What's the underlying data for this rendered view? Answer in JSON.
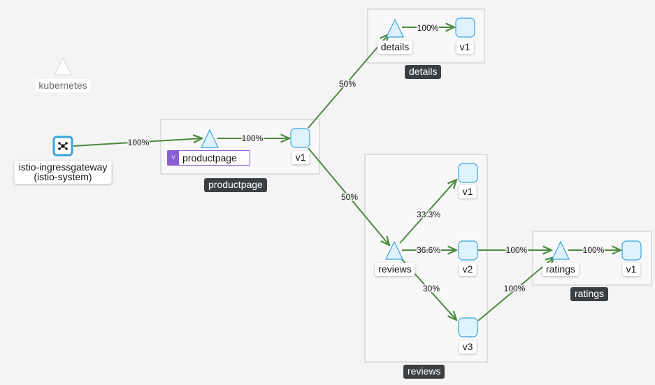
{
  "boxes": {
    "details": "details",
    "productpage": "productpage",
    "reviews": "reviews",
    "ratings": "ratings"
  },
  "nodes": {
    "kubernetes": "kubernetes",
    "gateway_line1": "istio-ingressgateway",
    "gateway_line2": "(istio-system)",
    "productpage_app": "productpage",
    "productpage_v1": "v1",
    "details_service": "details",
    "details_v1": "v1",
    "reviews_service": "reviews",
    "reviews_v1": "v1",
    "reviews_v2": "v2",
    "reviews_v3": "v3",
    "ratings_service": "ratings",
    "ratings_v1": "v1"
  },
  "edges": {
    "gw_to_productpage": "100%",
    "productpage_svc_to_v1": "100%",
    "productpage_to_details": "50%",
    "details_svc_to_v1": "100%",
    "productpage_to_reviews": "50%",
    "reviews_to_v1": "33.3%",
    "reviews_to_v2": "36.6%",
    "reviews_to_v3": "30%",
    "v2_to_ratings": "100%",
    "v3_to_ratings": "100%",
    "ratings_svc_to_v1": "100%"
  },
  "colors": {
    "edge": "#4c8a3f",
    "node_fill": "#def3ff",
    "node_stroke": "#39a5dc",
    "gateway_stroke": "#39a5dc",
    "app_badge": "#8a5fd6",
    "box_label_bg": "#3c3f42"
  },
  "icons": {
    "gateway": "ingress-gateway-icon",
    "app": "app-branch-icon"
  }
}
